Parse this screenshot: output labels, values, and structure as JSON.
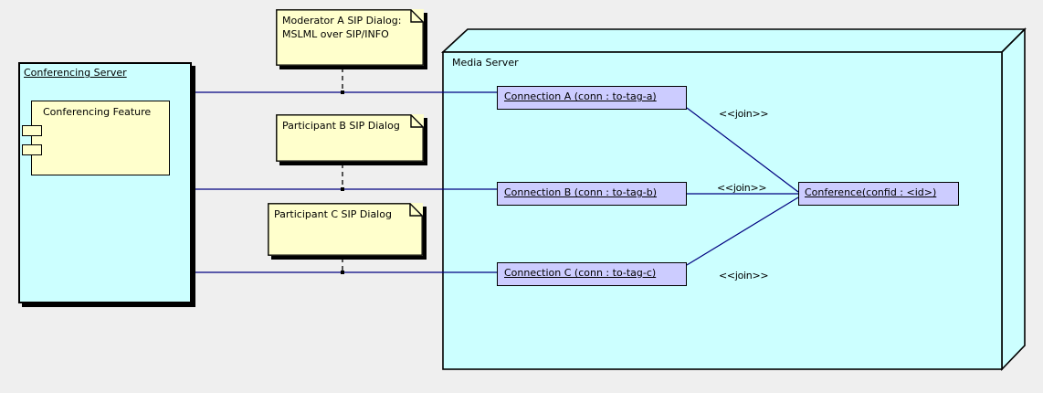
{
  "diagram": {
    "type": "uml-deployment-diagram",
    "background_color": "#efefef",
    "palette": {
      "node_fill": "#ccffff",
      "note_fill": "#ffffcc",
      "element_fill": "#ccccff",
      "line_color": "#000080",
      "border_color": "#000000"
    }
  },
  "conferencing_server": {
    "title": "Conferencing Server",
    "component": {
      "title": "Conferencing Feature",
      "ports": [
        "port-upper",
        "port-lower"
      ]
    }
  },
  "notes": [
    {
      "id": "note-a",
      "line1": "Moderator A SIP Dialog:",
      "line2": "MSLML over SIP/INFO"
    },
    {
      "id": "note-b",
      "line1": "Participant B SIP Dialog",
      "line2": ""
    },
    {
      "id": "note-c",
      "line1": "Participant C SIP Dialog",
      "line2": ""
    }
  ],
  "media_server": {
    "title": "Media Server",
    "connections": [
      {
        "id": "conn-a",
        "label": "Connection A (conn : to-tag-a)"
      },
      {
        "id": "conn-b",
        "label": "Connection B (conn : to-tag-b)"
      },
      {
        "id": "conn-c",
        "label": "Connection C (conn : to-tag-c)"
      }
    ],
    "conference": {
      "label": "Conference(confid : <id>)"
    },
    "join_labels": [
      {
        "id": "join-a",
        "text": "<<join>>"
      },
      {
        "id": "join-b",
        "text": "<<join>>"
      },
      {
        "id": "join-c",
        "text": "<<join>>"
      }
    ]
  }
}
